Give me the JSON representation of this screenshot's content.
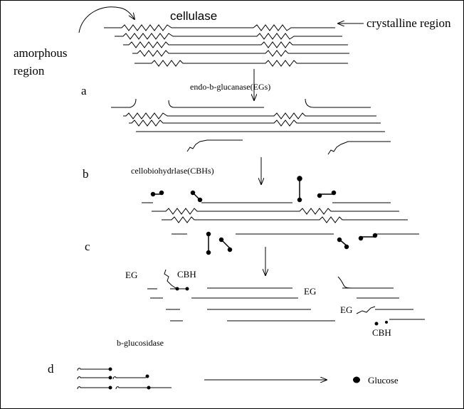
{
  "labels": {
    "cellulase": "cellulase",
    "crystalline_region": "crystalline region",
    "amorphous_region_1": "amorphous",
    "amorphous_region_2": "region",
    "step_a": "a",
    "step_b": "b",
    "step_c": "c",
    "step_d": "d",
    "endoglucanase": "endo-b-glucanase(EGs)",
    "cellobiohydrolase": "cellobiohydrlase(CBHs)",
    "eg_1": "EG",
    "cbh_1": "CBH",
    "eg_2": "EG",
    "eg_3": "EG",
    "cbh_2": "CBH",
    "b_glucosidase": "b-glucosidase",
    "glucose": "Glucose"
  }
}
